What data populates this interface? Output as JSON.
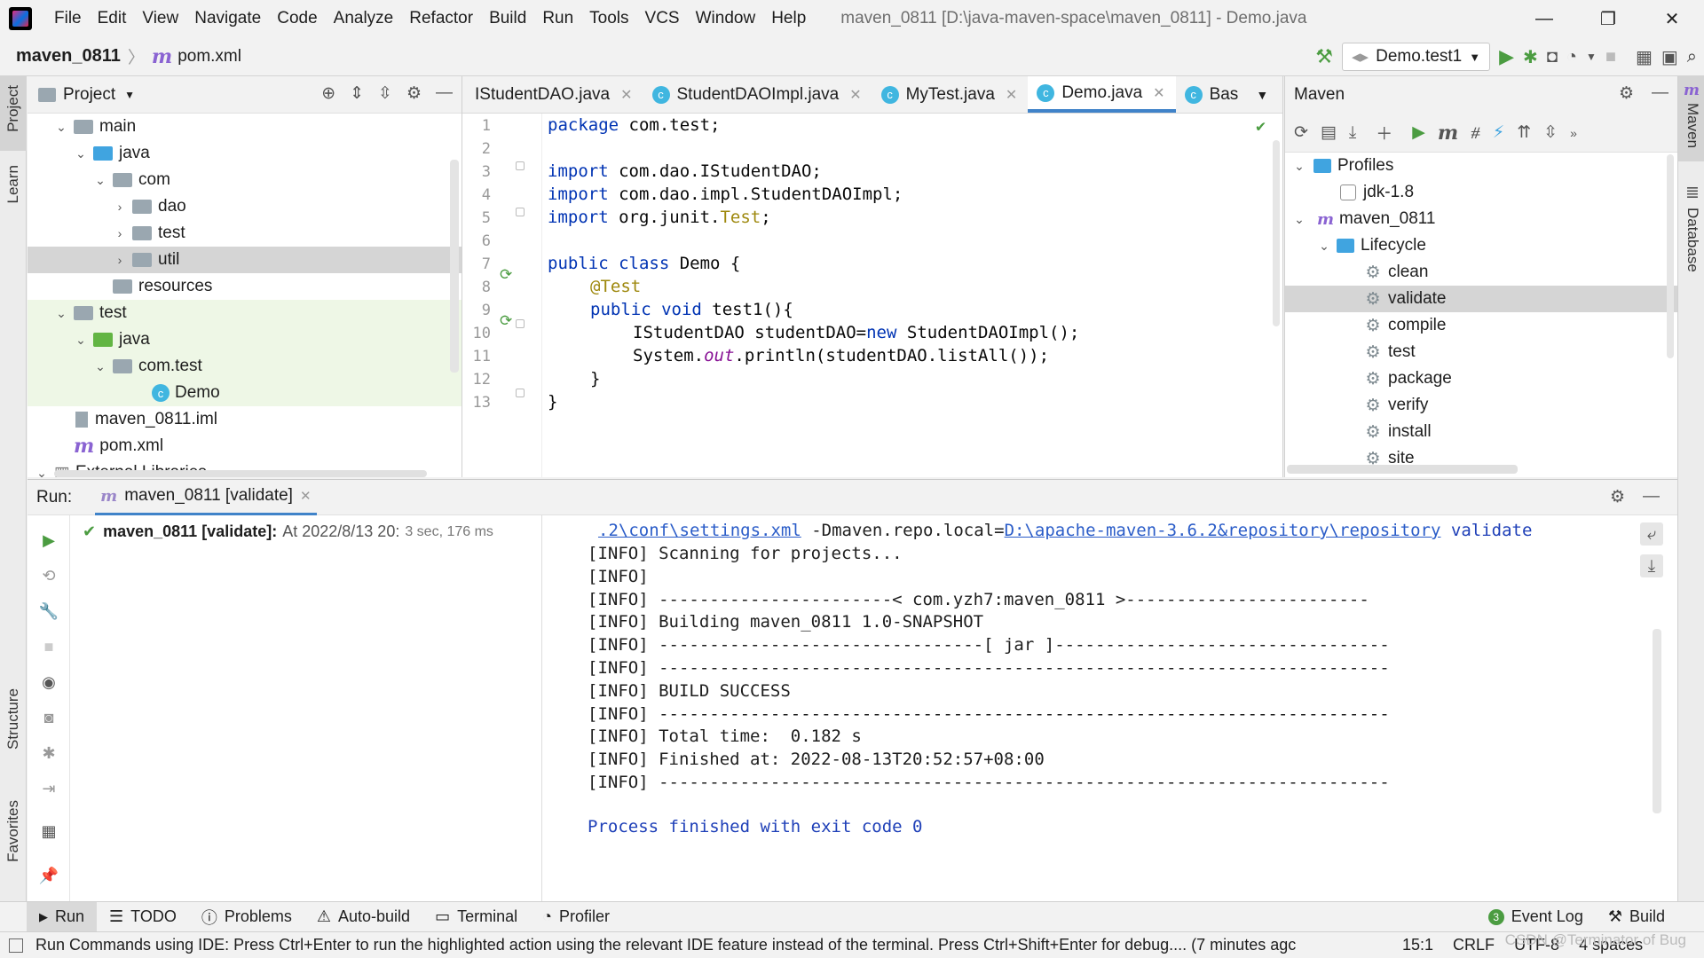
{
  "menubar": {
    "items": [
      "File",
      "Edit",
      "View",
      "Navigate",
      "Code",
      "Analyze",
      "Refactor",
      "Build",
      "Run",
      "Tools",
      "VCS",
      "Window",
      "Help"
    ],
    "title": "maven_0811 [D:\\java-maven-space\\maven_0811] - Demo.java"
  },
  "navbar": {
    "project": "maven_0811",
    "file": "pom.xml",
    "run_config": "Demo.test1"
  },
  "left_strip": {
    "project": "Project",
    "learn": "Learn",
    "structure": "Structure",
    "favorites": "Favorites"
  },
  "right_strip": {
    "maven": "Maven",
    "database": "Database"
  },
  "project_panel": {
    "title": "Project",
    "tree": [
      {
        "label": "main",
        "indent": 1,
        "expanded": true,
        "kind": "folder"
      },
      {
        "label": "java",
        "indent": 2,
        "expanded": true,
        "kind": "src"
      },
      {
        "label": "com",
        "indent": 3,
        "expanded": true,
        "kind": "pkg"
      },
      {
        "label": "dao",
        "indent": 4,
        "expanded": false,
        "kind": "pkg"
      },
      {
        "label": "test",
        "indent": 4,
        "expanded": false,
        "kind": "pkg"
      },
      {
        "label": "util",
        "indent": 4,
        "expanded": false,
        "kind": "pkg",
        "selected": true
      },
      {
        "label": "resources",
        "indent": 3,
        "kind": "res"
      },
      {
        "label": "test",
        "indent": 1,
        "expanded": true,
        "kind": "folder"
      },
      {
        "label": "java",
        "indent": 2,
        "expanded": true,
        "kind": "testsrc"
      },
      {
        "label": "com.test",
        "indent": 3,
        "expanded": true,
        "kind": "pkg"
      },
      {
        "label": "Demo",
        "indent": 5,
        "kind": "class"
      },
      {
        "label": "maven_0811.iml",
        "indent": 1,
        "kind": "iml"
      },
      {
        "label": "pom.xml",
        "indent": 1,
        "kind": "pom"
      },
      {
        "label": "External Libraries",
        "indent": 0,
        "expanded": true,
        "kind": "lib"
      }
    ]
  },
  "editor": {
    "tabs": [
      {
        "label": "IStudentDAO.java",
        "active": false
      },
      {
        "label": "StudentDAOImpl.java",
        "active": false
      },
      {
        "label": "MyTest.java",
        "active": false
      },
      {
        "label": "Demo.java",
        "active": true
      },
      {
        "label": "Bas",
        "active": false
      }
    ],
    "line_numbers": [
      "1",
      "2",
      "3",
      "4",
      "5",
      "6",
      "7",
      "8",
      "9",
      "10",
      "11",
      "12",
      "13"
    ],
    "code": {
      "l1_kw": "package",
      "l1_rest": " com.test;",
      "l3_kw": "import",
      "l3_rest": " com.dao.IStudentDAO;",
      "l4_kw": "import",
      "l4_rest": " com.dao.impl.StudentDAOImpl;",
      "l5_kw": "import",
      "l5_rest": " org.junit.",
      "l5_ann": "Test",
      "l5_end": ";",
      "l7_kw": "public class",
      "l7_rest": " Demo {",
      "l8_ann": "@Test",
      "l9_kw": "public void",
      "l9_rest": " test1(){",
      "l10_a": "IStudentDAO studentDAO=",
      "l10_kw": "new",
      "l10_b": " StudentDAOImpl();",
      "l11_a": "System.",
      "l11_static": "out",
      "l11_b": ".println(studentDAO.listAll());",
      "l12": "}",
      "l13": "}"
    }
  },
  "maven_panel": {
    "title": "Maven",
    "profiles_label": "Profiles",
    "profile": "jdk-1.8",
    "project": "maven_0811",
    "lifecycle_label": "Lifecycle",
    "phases": [
      "clean",
      "validate",
      "compile",
      "test",
      "package",
      "verify",
      "install",
      "site"
    ],
    "selected_phase": "validate"
  },
  "run_panel": {
    "label": "Run:",
    "tab": "maven_0811 [validate]",
    "tree_item_bold": "maven_0811 [validate]:",
    "tree_item_time": "At 2022/8/13 20:",
    "tree_item_duration": "3 sec, 176 ms",
    "console": {
      "cmd_link1": ".2\\conf\\settings.xml",
      "cmd_mid": " -Dmaven.repo.local=",
      "cmd_link2": "D:\\apache-maven-3.6.2&repository\\repository",
      "cmd_end": " validate",
      "lines": [
        "[INFO] Scanning for projects...",
        "[INFO]",
        "[INFO] -----------------------< com.yzh7:maven_0811 >------------------------",
        "[INFO] Building maven_0811 1.0-SNAPSHOT",
        "[INFO] --------------------------------[ jar ]---------------------------------",
        "[INFO] ------------------------------------------------------------------------",
        "[INFO] BUILD SUCCESS",
        "[INFO] ------------------------------------------------------------------------",
        "[INFO] Total time:  0.182 s",
        "[INFO] Finished at: 2022-08-13T20:52:57+08:00",
        "[INFO] ------------------------------------------------------------------------"
      ],
      "finish": "Process finished with exit code 0"
    }
  },
  "bottom_tabs": [
    "Run",
    "TODO",
    "Problems",
    "Auto-build",
    "Terminal",
    "Profiler"
  ],
  "bottom_right": {
    "event_log": "Event Log",
    "build": "Build"
  },
  "status": {
    "message": "Run Commands using IDE: Press Ctrl+Enter to run the highlighted action using the relevant IDE feature instead of the terminal. Press Ctrl+Shift+Enter for debug.... (7 minutes agc",
    "position": "15:1",
    "line_sep": "CRLF",
    "encoding": "UTF-8",
    "indent": "4 spaces"
  },
  "watermark": "CSDN @Terminator of Bug",
  "colors": {
    "accent": "#4083c9",
    "run_green": "#4b9c41",
    "keyword": "#0033b3",
    "annotation": "#9e880d"
  }
}
